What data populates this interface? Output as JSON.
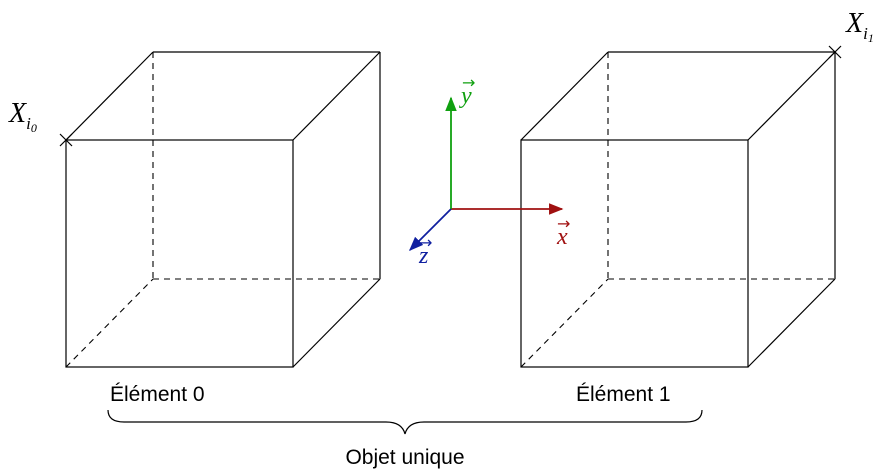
{
  "elements": [
    {
      "label": "Élément 0"
    },
    {
      "label": "Élément 1"
    }
  ],
  "group_label": "Objet unique",
  "points": [
    {
      "base": "X",
      "sub": "i",
      "sub_index": "0"
    },
    {
      "base": "X",
      "sub": "i",
      "sub_index": "1"
    }
  ],
  "axes": [
    {
      "label": "x",
      "color": "#a01010"
    },
    {
      "label": "y",
      "color": "#10a010"
    },
    {
      "label": "z",
      "color": "#1020a0"
    }
  ],
  "arrow_glyph": "→"
}
